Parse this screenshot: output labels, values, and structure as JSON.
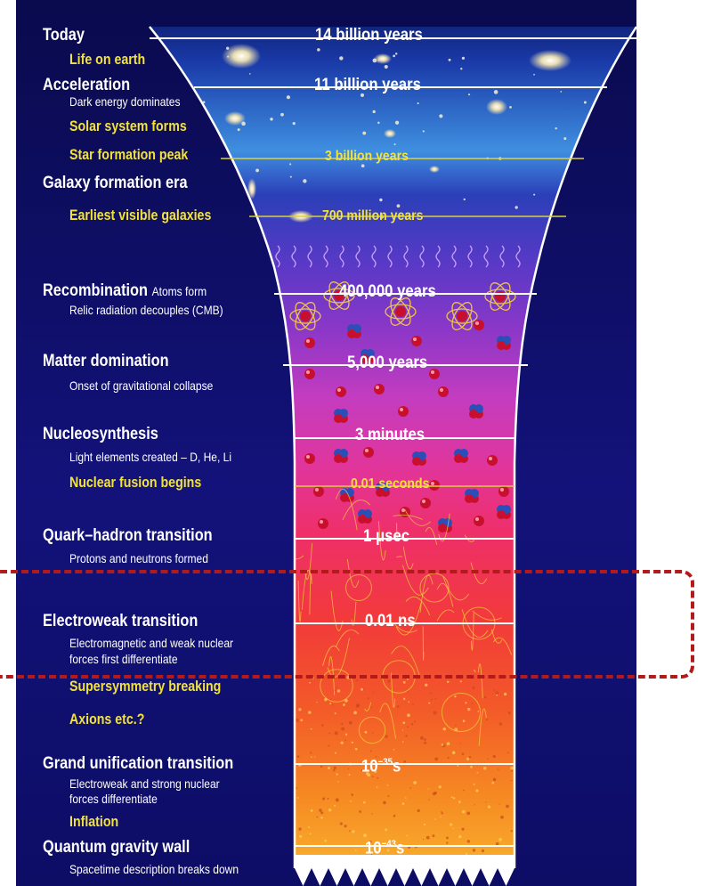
{
  "eras": [
    {
      "id": "today",
      "title": "Today",
      "time": "14 billion years"
    },
    {
      "id": "acceleration",
      "title": "Acceleration",
      "subtitle": "Dark energy dominates",
      "time": "11 billion years"
    },
    {
      "id": "galaxy",
      "title": "Galaxy formation era"
    },
    {
      "id": "recombination",
      "title": "Recombination",
      "inline_subtitle": "Atoms form",
      "subtitle": "Relic radiation decouples (CMB)",
      "time": "400,000 years"
    },
    {
      "id": "matter",
      "title": "Matter domination",
      "subtitle": "Onset of gravitational collapse",
      "time": "5,000 years"
    },
    {
      "id": "nucleosynthesis",
      "title": "Nucleosynthesis",
      "subtitle": "Light elements created – D, He, Li",
      "time": "3 minutes"
    },
    {
      "id": "quark",
      "title": "Quark–hadron transition",
      "subtitle": "Protons and neutrons formed",
      "time": "1 μsec"
    },
    {
      "id": "electroweak",
      "title": "Electroweak transition",
      "subtitle_lines": [
        "Electromagnetic and weak nuclear",
        "forces first differentiate"
      ],
      "time": "0.01 ns"
    },
    {
      "id": "gut",
      "title": "Grand unification transition",
      "subtitle_lines": [
        "Electroweak and strong nuclear",
        "forces differentiate"
      ],
      "time_base": "10",
      "time_exp": "−35",
      "time_unit": "s"
    },
    {
      "id": "qg",
      "title": "Quantum gravity wall",
      "subtitle": "Spacetime description breaks down",
      "time_base": "10",
      "time_exp": "−43",
      "time_unit": "s"
    }
  ],
  "minor_events": [
    {
      "id": "life",
      "label": "Life on earth"
    },
    {
      "id": "solar",
      "label": "Solar system forms"
    },
    {
      "id": "starpeak",
      "label": "Star formation peak",
      "time": "3 billion years"
    },
    {
      "id": "earliest",
      "label": "Earliest visible galaxies",
      "time": "700 million years"
    },
    {
      "id": "fusion",
      "label": "Nuclear fusion begins",
      "time": "0.01 seconds"
    },
    {
      "id": "susy",
      "label": "Supersymmetry breaking"
    },
    {
      "id": "axions",
      "label": "Axions etc.?"
    },
    {
      "id": "inflation",
      "label": "Inflation"
    }
  ],
  "colors": {
    "background": "#0c0d66",
    "label_white": "#ffffff",
    "label_yellow": "#f2e23a",
    "highlight": "#b31b1b",
    "proton": "#c8102e",
    "neutron": "#2a4fb8"
  }
}
